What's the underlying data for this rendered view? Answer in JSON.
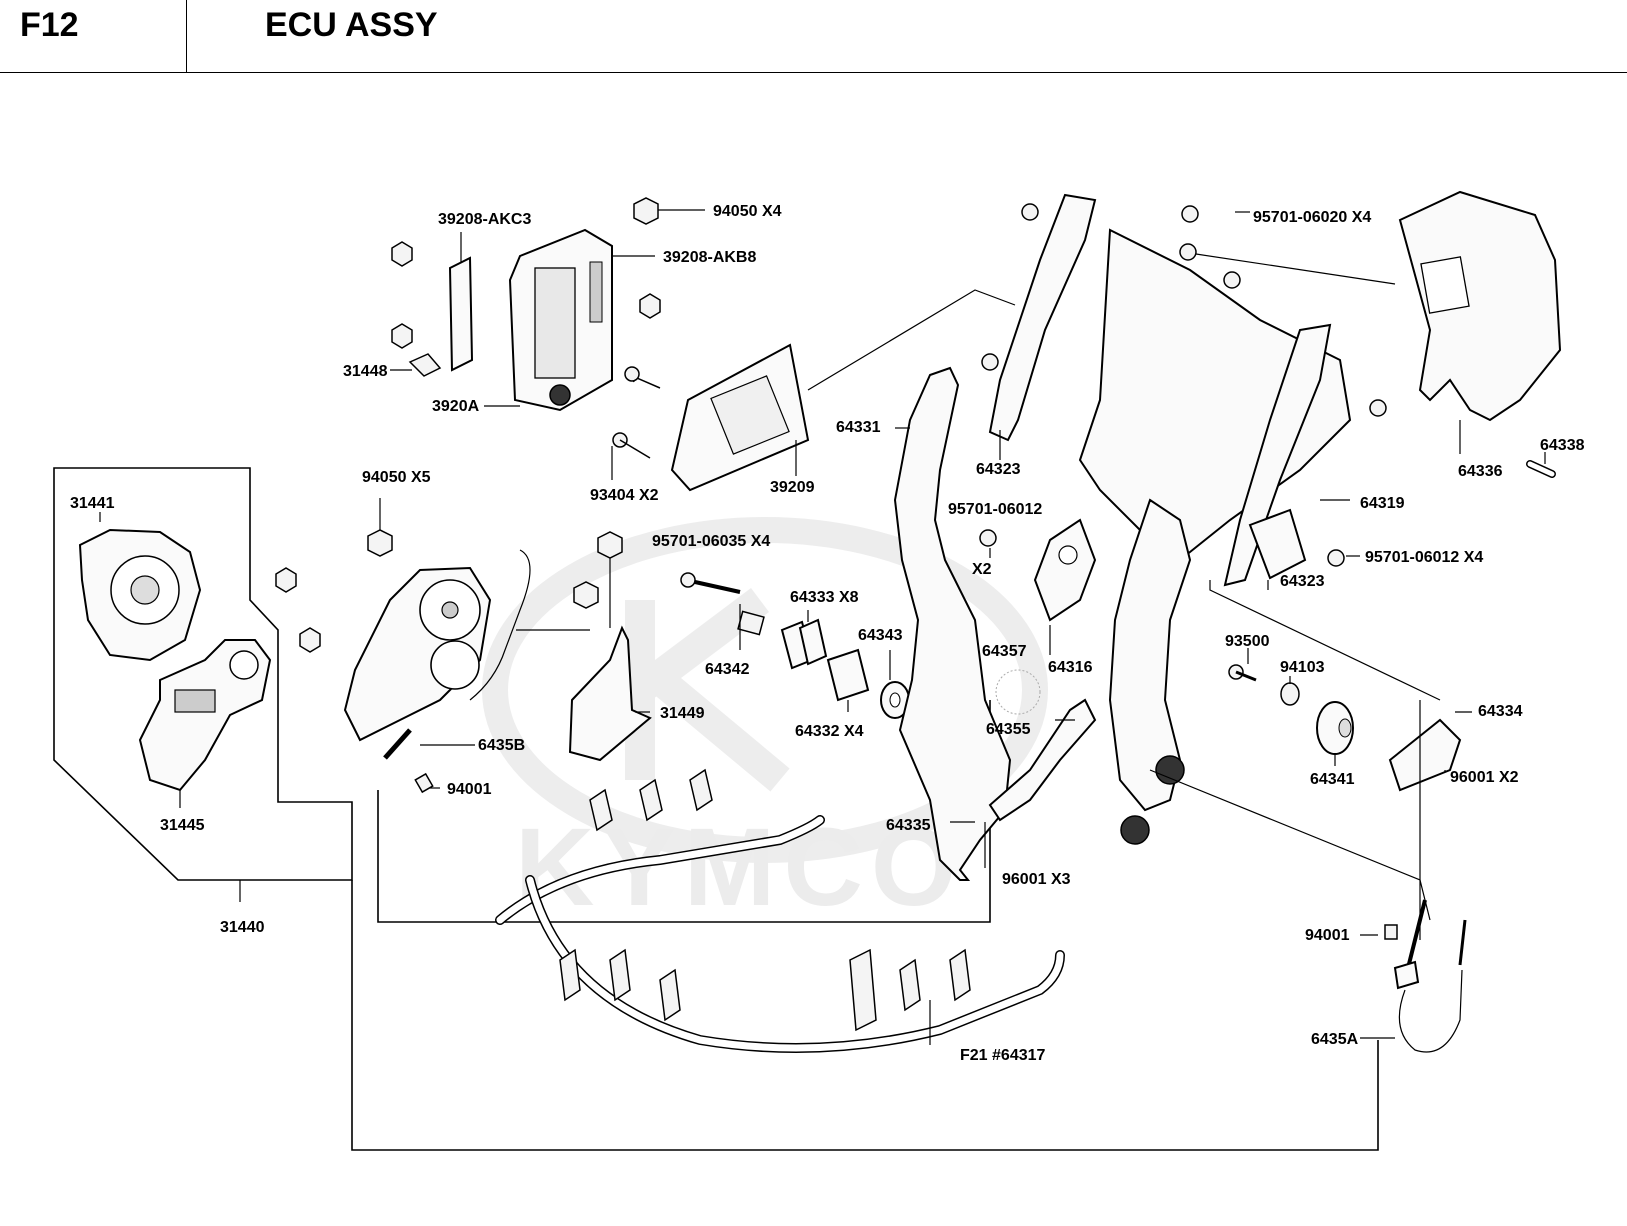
{
  "header": {
    "section_code": "F12",
    "title": "ECU ASSY"
  },
  "watermark": {
    "text": "KYMCO"
  },
  "labels": {
    "p39208_akc3": "39208-AKC3",
    "p94050_x4": "94050  X4",
    "p39208_akb8": "39208-AKB8",
    "p31448": "31448",
    "p3920a": "3920A",
    "p93404_x2": "93404  X2",
    "p39209": "39209",
    "p94050_x5": "94050   X5",
    "p31441": "31441",
    "p31445": "31445",
    "p31440": "31440",
    "p95701_06035": "95701-06035    X4",
    "p64333_x8": "64333  X8",
    "p64342": "64342",
    "p64343": "64343",
    "p64332_x4": "64332  X4",
    "p31449": "31449",
    "p6435b": "6435B",
    "p94001_a": "94001",
    "p64331": "64331",
    "p64323_a": "64323",
    "p95701_06012": "95701-06012",
    "p95701_06012_x2": "X2",
    "p64357": "64357",
    "p64316": "64316",
    "p64355": "64355",
    "p64335": "64335",
    "p96001_x3": "96001  X3",
    "p95701_06020_x4": "95701-06020  X4",
    "p64336": "64336",
    "p64338": "64338",
    "p64319": "64319",
    "p95701_06012_x4": "95701-06012  X4",
    "p64323_b": "64323",
    "p93500": "93500",
    "p94103": "94103",
    "p64334": "64334",
    "p64341": "64341",
    "p96001_x2": "96001  X2",
    "p94001_b": "94001",
    "p6435a": "6435A",
    "pf21_64317": "F21 #64317"
  }
}
